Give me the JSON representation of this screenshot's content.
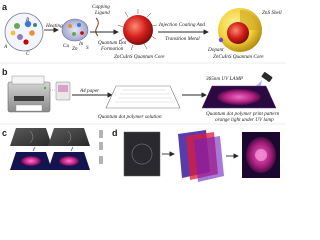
{
  "panels": {
    "a": "a",
    "b": "b",
    "c": "c",
    "d": "d"
  },
  "row_a": {
    "heating": "Heating",
    "capping_ligand_1": "Capping",
    "capping_ligand_2": "Ligand",
    "qd_formation_1": "Quantum Dot",
    "qd_formation_2": "Formation",
    "injection_1": "Injection Coating And",
    "injection_2": "Transition Metal",
    "zns_shell": "ZnS Shell",
    "dopant": "Dopant",
    "core_label": "ZnCuInS Quantum Core",
    "core_label_2": "ZnCuInS Quantum Core",
    "atom_labels": [
      "A",
      "B",
      "C",
      "Cu",
      "Zn",
      "In",
      "S"
    ]
  },
  "row_b": {
    "a4_paper": "A4 paper",
    "qd_solution": "Quantum dot polymer solution",
    "uv_lamp": "365nm UV LAMP",
    "print_caption_1": "Quantum dot polymer print pattern",
    "print_caption_2": "orange light under UV lamp"
  },
  "colors": {
    "sphere_red": "#d4201c",
    "shell_yellow": "#f2d23a",
    "uv_blue": "#4a3cf0",
    "magenta_glow": "#d02e8e",
    "arrow": "#2a2a2a",
    "printer_grey": "#9a9a9a"
  }
}
